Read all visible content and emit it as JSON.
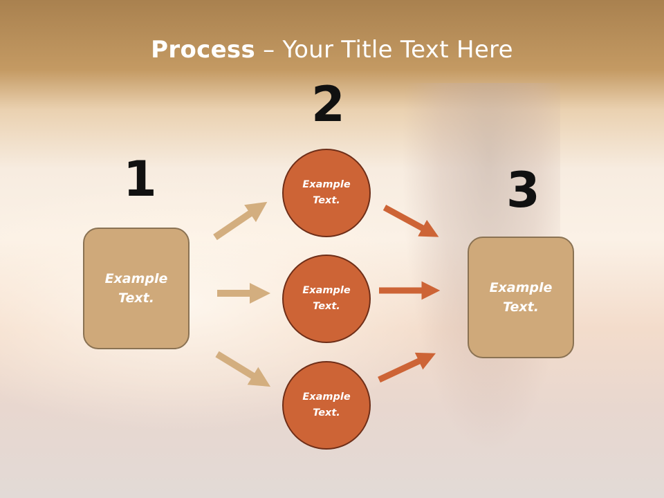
{
  "title": {
    "bold": "Process",
    "rest": " – Your Title Text Here"
  },
  "steps": {
    "n1": "1",
    "n2": "2",
    "n3": "3"
  },
  "left_box": {
    "line1": "Example",
    "line2": "Text."
  },
  "circles": [
    {
      "line1": "Example",
      "line2": "Text."
    },
    {
      "line1": "Example",
      "line2": "Text."
    },
    {
      "line1": "Example",
      "line2": "Text."
    }
  ],
  "right_box": {
    "line1": "Example",
    "line2": "Text."
  },
  "colors": {
    "box_fill": "#cfa97a",
    "circle_fill": "#cd6436",
    "arrow_tan": "#d3ae7f",
    "arrow_orange": "#cd6436"
  }
}
